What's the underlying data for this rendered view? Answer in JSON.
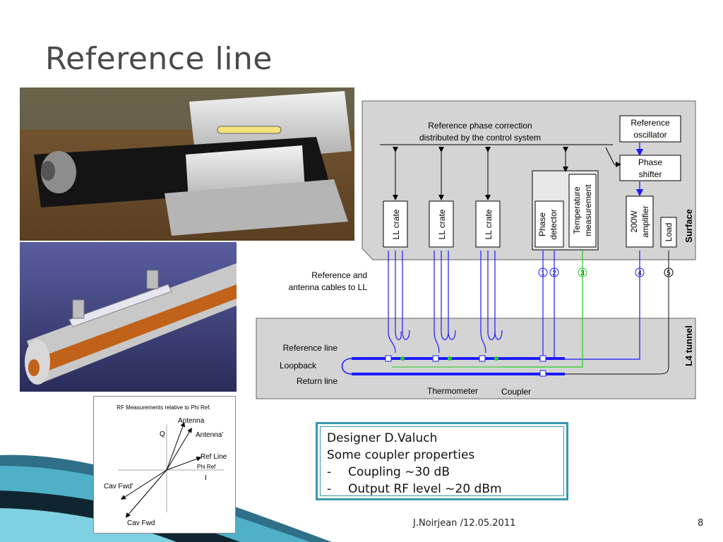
{
  "slide": {
    "title": "Reference line",
    "footer_author": "J.Noirjean  /12.05.2011",
    "page_number": "8"
  },
  "info_box": {
    "line1": "Designer D.Valuch",
    "line2": "Some coupler properties",
    "items": [
      {
        "dash": "-",
        "text": "Coupling ~30 dB"
      },
      {
        "dash": "-",
        "text": "Output RF level ~20 dBm"
      }
    ]
  },
  "diagram": {
    "header_text_line1": "Reference phase correction",
    "header_text_line2": "distributed by the control system",
    "reference_oscillator": [
      "Reference",
      "oscillator"
    ],
    "phase_shifter": [
      "Phase",
      "shifter"
    ],
    "ll_crate_label": "LL crate",
    "phase_detector": [
      "Phase",
      "detector"
    ],
    "temperature_measurement": [
      "Temperature",
      "measurement"
    ],
    "amplifier": [
      "200W",
      "amplifier"
    ],
    "load": "Load",
    "surface_label": "Surface",
    "tunnel_label": "L4 tunnel",
    "cables_note": [
      "Reference and",
      "antenna cables to LL"
    ],
    "reference_line_label": "Reference line",
    "loopback_label": "Loopback",
    "return_line_label": "Return line",
    "thermometer_label": "Thermometer",
    "coupler_label": "Coupler",
    "markers": [
      "1",
      "2",
      "3",
      "4",
      "5"
    ]
  },
  "vector_diagram": {
    "title": "RF Measurements relative to Phi Ref.",
    "labels": {
      "antenna": "Antenna",
      "antenna_prime": "Antenna'",
      "q_axis": "Q",
      "ref_line": "Ref Line",
      "phi_ref": "Phi Ref",
      "i_axis": "I",
      "cav_fwd_prime": "Cav Fwd'",
      "cav_fwd": "Cav Fwd"
    }
  },
  "colors": {
    "accent_teal": "#3a98b0",
    "line_blue": "#1a1aff",
    "signal_green": "#22cc22",
    "panel_grey": "#d4d4d4"
  }
}
